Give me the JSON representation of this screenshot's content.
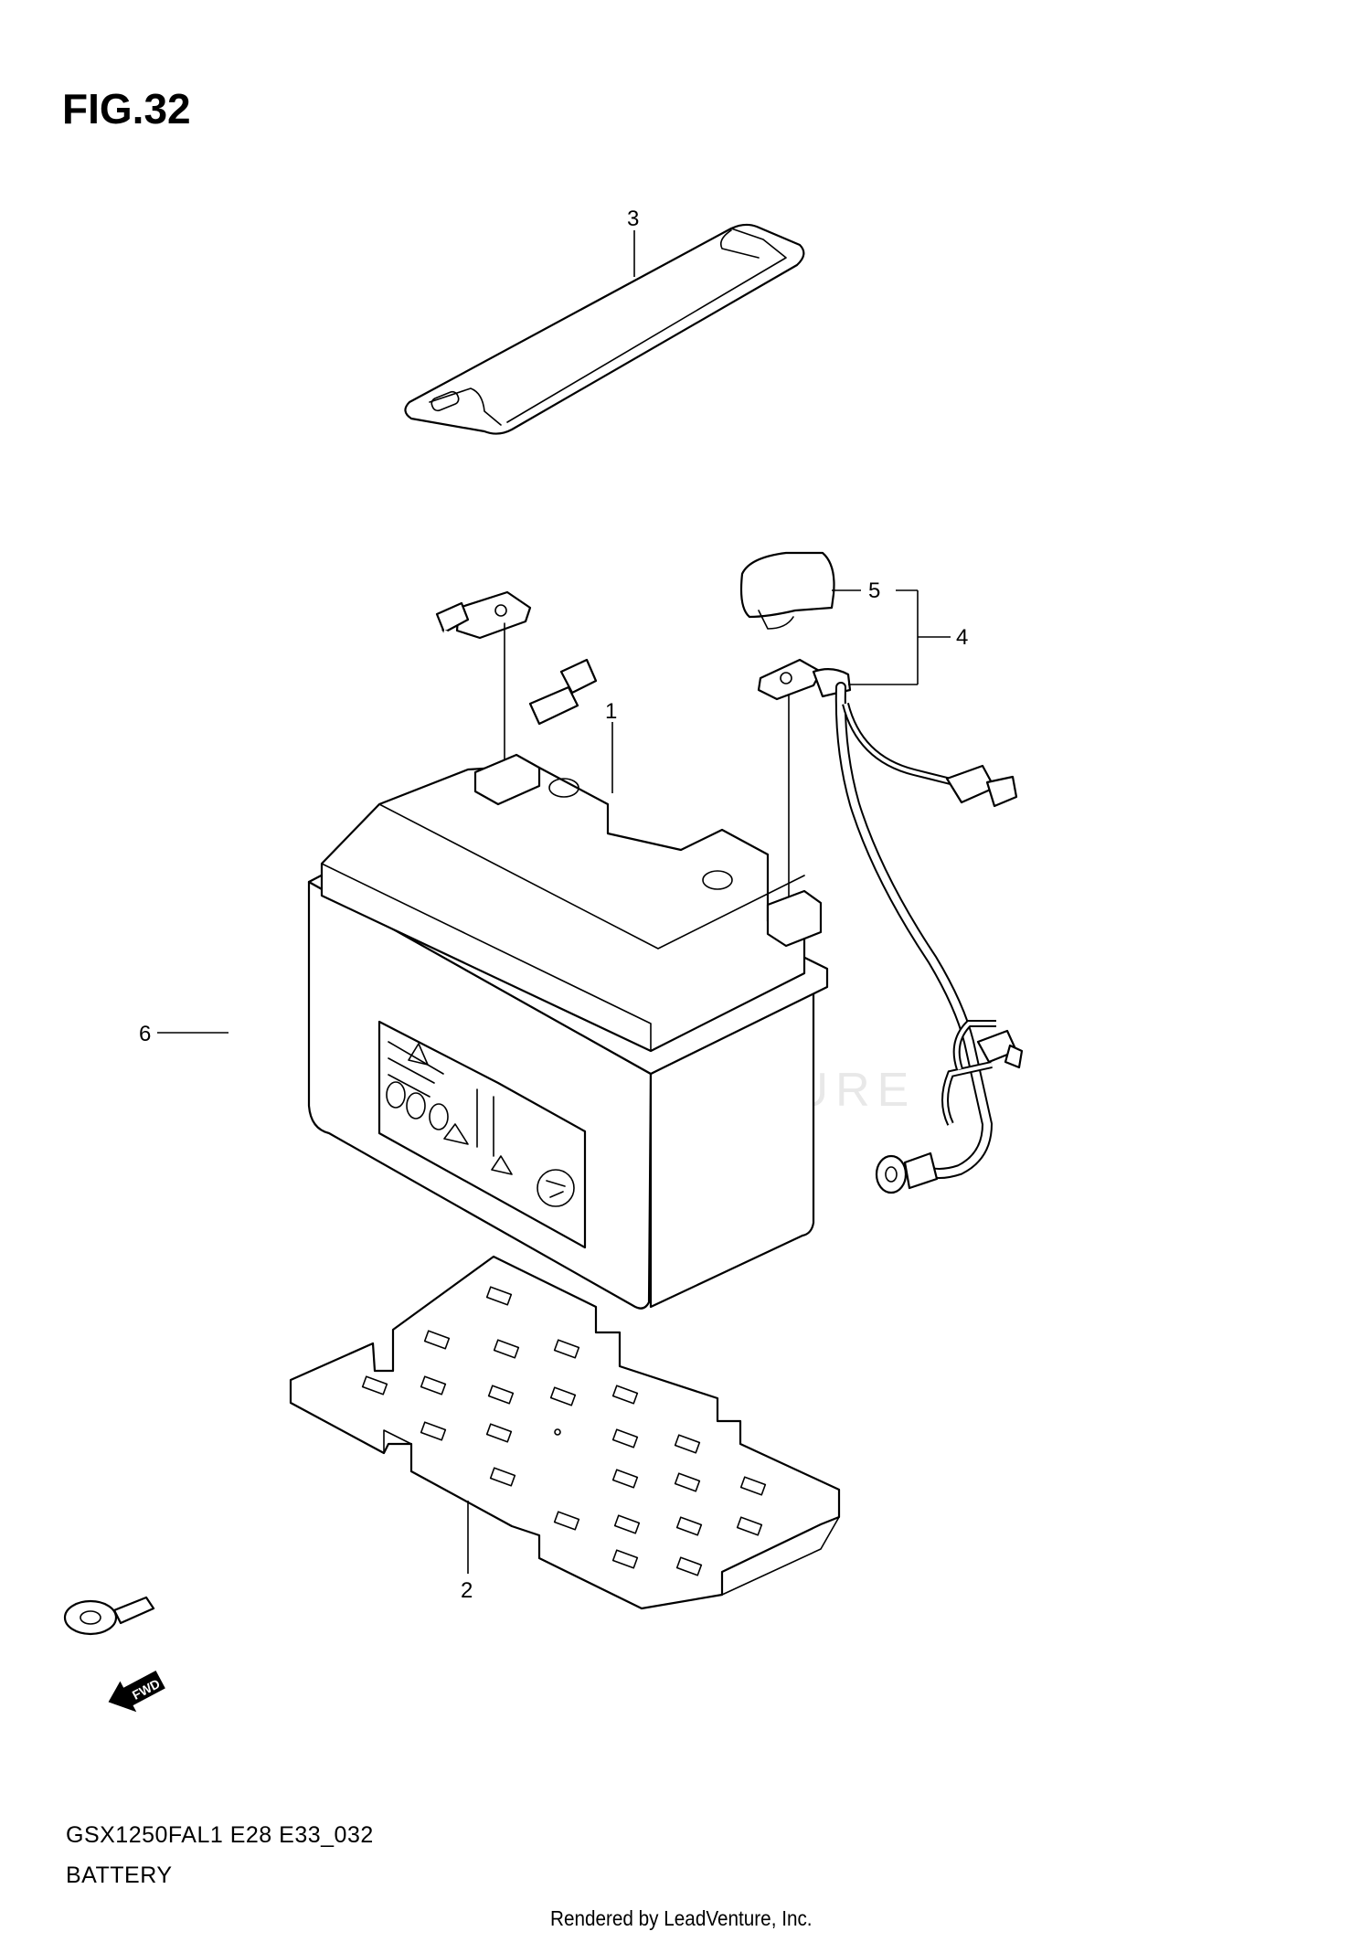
{
  "figure": {
    "title": "FIG.32"
  },
  "callouts": [
    {
      "number": "1"
    },
    {
      "number": "2"
    },
    {
      "number": "3"
    },
    {
      "number": "4"
    },
    {
      "number": "5"
    },
    {
      "number": "6"
    }
  ],
  "watermark": {
    "text": "LEADVENTURE"
  },
  "fwd_badge": {
    "text": "FWD"
  },
  "footer_meta": {
    "model_code": "GSX1250FAL1 E28 E33_032",
    "section": "BATTERY",
    "rendered_by": "Rendered by LeadVenture, Inc."
  }
}
